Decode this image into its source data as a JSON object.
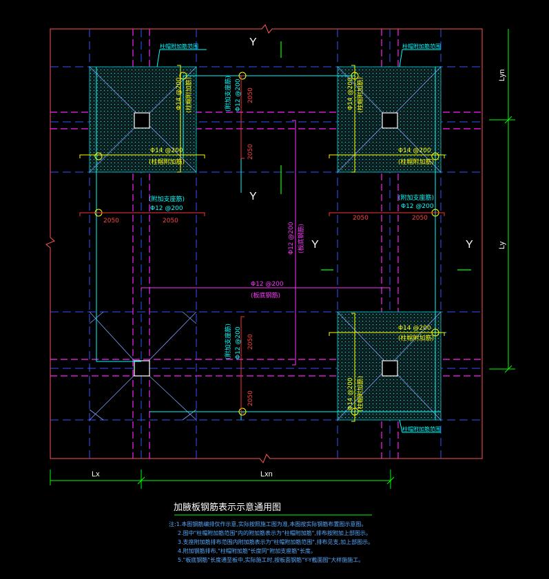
{
  "title": "加腋板钢筋表示示意通用图",
  "section_marks": {
    "y": "Y"
  },
  "axis_labels": {
    "lx": "Lx",
    "lxn": "Lxn",
    "ly": "Ly",
    "lyn": "Lyn"
  },
  "zone_label": "柱帽附加筋范围",
  "bars": {
    "phi14": "Φ14 @200",
    "phi12": "Φ12 @200",
    "col_cap": "(柱帽附加筋)",
    "add_support": "(附加支座筋)",
    "bottom": "(板底钢筋)"
  },
  "dims": {
    "d2050": "2050"
  },
  "notes": [
    "注:1.本图钢筋编排仅作示意,实际按照施工图为准,本图按实际钢筋布置图示意图。",
    "2.图中\"柱帽附加筋范围\"内的附加筋表示为\"柱帽附加筋\",排布按附加上部图示。",
    "3.支座附加筋排布范围内附加筋表示为\"柱帽附加筋范围\",排布见支,加上部图示。",
    "4.附加钢筋排布,\"柱帽附加筋\"长度同\"附加支座筋\"长度。",
    "5.\"板底钢筋\"长度通至板中,实际施工时,按板面钢筋\"Y-Y截面图\"大样施施工。"
  ],
  "colors": {
    "border": "#ff5555",
    "grid_blue": "#3355ff",
    "grid_magenta": "#ff22ff",
    "rebar_cyan": "#00ffff",
    "bar_yellow": "#ffff00",
    "dim_green": "#00ff00",
    "dim_red": "#ff3333",
    "hatch": "#1aa0a0"
  }
}
